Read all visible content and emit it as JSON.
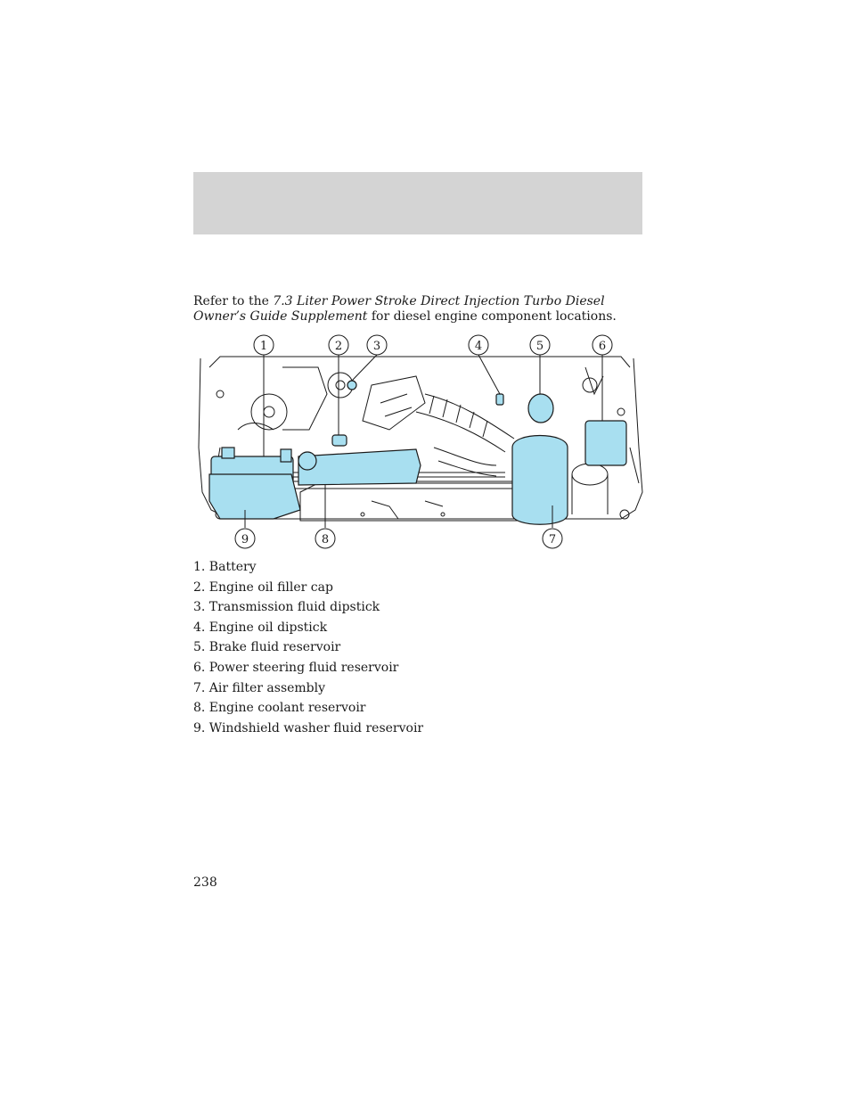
{
  "intro": {
    "prefix": "Refer to the ",
    "italic": "7.3 Liter Power Stroke Direct Injection Turbo Diesel Owner’s Guide Supplement",
    "suffix": " for diesel engine component locations."
  },
  "callouts": [
    "1",
    "2",
    "3",
    "4",
    "5",
    "6",
    "7",
    "8",
    "9"
  ],
  "legend": [
    "1. Battery",
    "2. Engine oil filler cap",
    "3. Transmission fluid dipstick",
    "4. Engine oil dipstick",
    "5. Brake fluid reservoir",
    "6. Power steering fluid reservoir",
    "7. Air filter assembly",
    "8. Engine coolant reservoir",
    "9. Windshield washer fluid reservoir"
  ],
  "page_number": "238",
  "colors": {
    "header_band": "#d4d4d4",
    "highlight": "#a8dff0",
    "line": "#1a1a1a"
  }
}
